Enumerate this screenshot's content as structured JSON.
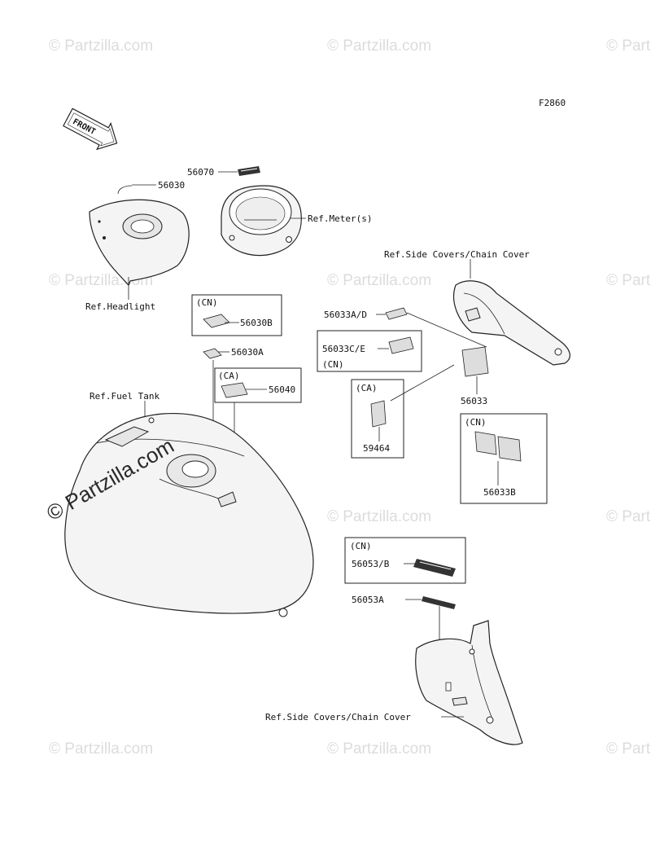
{
  "diagram_code": "F2860",
  "front_arrow": "FRONT",
  "watermark": "© Partzilla.com",
  "watermark_big": "© Partzilla.com",
  "labels": {
    "p56070": "56070",
    "p56030": "56030",
    "ref_meter": "Ref.Meter(s)",
    "ref_headlight": "Ref.Headlight",
    "ref_side_covers_top": "Ref.Side Covers/Chain Cover",
    "cn_1": "(CN)",
    "p56030B": "56030B",
    "p56030A": "56030A",
    "ca_1": "(CA)",
    "p56040": "56040",
    "ref_fuel_tank": "Ref.Fuel Tank",
    "p56033AD": "56033A/D",
    "p56033CE": "56033C/E",
    "cn_2": "(CN)",
    "ca_2": "(CA)",
    "p59464": "59464",
    "p56033": "56033",
    "cn_3": "(CN)",
    "p56033B": "56033B",
    "cn_4": "(CN)",
    "p56053B": "56053/B",
    "p56053A": "56053A",
    "ref_side_covers_bottom": "Ref.Side Covers/Chain Cover"
  }
}
